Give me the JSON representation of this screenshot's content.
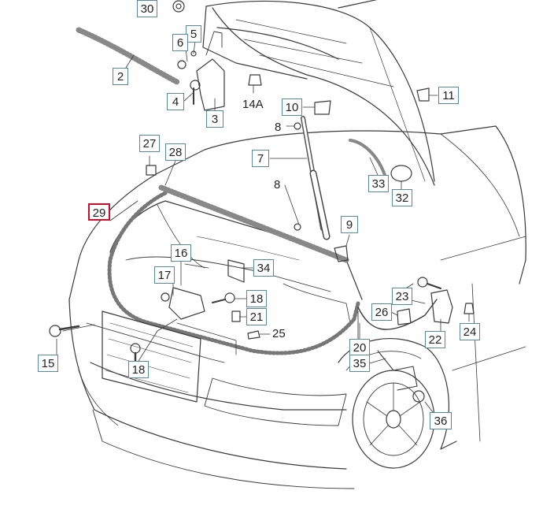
{
  "callouts": {
    "c30": "30",
    "c5": "5",
    "c6": "6",
    "c2": "2",
    "c4": "4",
    "c3": "3",
    "c10": "10",
    "c11": "11",
    "c7": "7",
    "c33": "33",
    "c32": "32",
    "c27": "27",
    "c28": "28",
    "c29": "29",
    "c9": "9",
    "c16": "16",
    "c17": "17",
    "c34": "34",
    "c18a": "18",
    "c21": "21",
    "c23": "23",
    "c26": "26",
    "c22": "22",
    "c24": "24",
    "c20": "20",
    "c35": "35",
    "c15": "15",
    "c18b": "18",
    "c36": "36"
  },
  "plain_labels": {
    "p14a": "14A",
    "p8a": "8",
    "p8b": "8",
    "p25": "25"
  },
  "selected_callout": "29",
  "colors": {
    "line": "#3a3a3a",
    "box_border": "#5a8a99",
    "selected_border": "#c8102e"
  }
}
